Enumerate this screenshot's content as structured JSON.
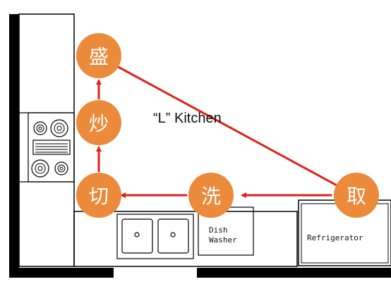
{
  "title": "“L” Kitchen",
  "appliances": {
    "dishwasher_line1": "Dish",
    "dishwasher_line2": "Washer",
    "refrigerator": "Refrigerator"
  },
  "steps": {
    "get": "取",
    "wash": "洗",
    "cut": "切",
    "stir_fry": "炒",
    "serve": "盛"
  },
  "colors": {
    "node_fill": "#ec8a3c",
    "arrow": "#e0211b",
    "line": "#000000"
  }
}
